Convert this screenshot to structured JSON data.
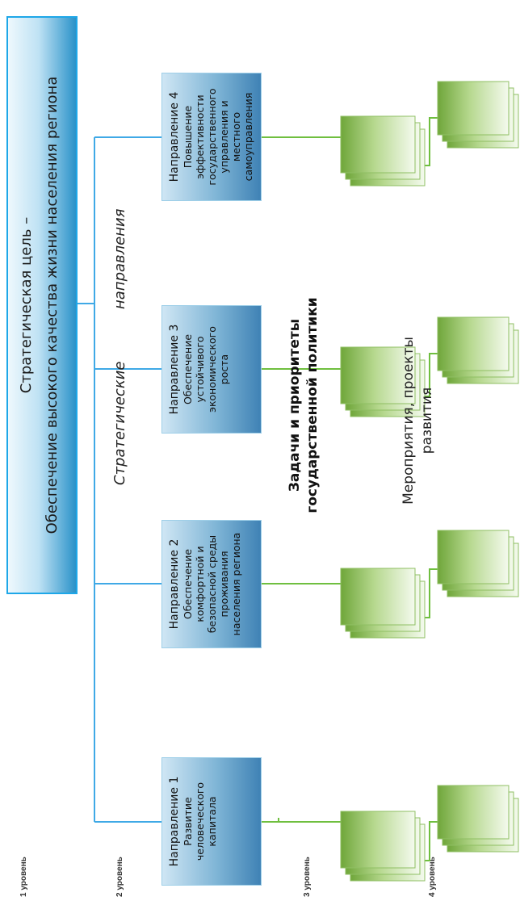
{
  "levels": [
    "1 уровень",
    "2 уровень",
    "3 уровень",
    "4 уровень"
  ],
  "goal": {
    "line1": "Стратегическая цель –",
    "line2": "Обеспечение высокого качества жизни населения региона"
  },
  "strategic_label": {
    "word1": "Стратегические",
    "word2": "направления"
  },
  "directions": [
    {
      "title": "Направление 1",
      "text": "Развитие человеческого капитала"
    },
    {
      "title": "Направление 2",
      "text": "Обеспечение комфортной и безопасной среды проживания населения региона"
    },
    {
      "title": "Направление 3",
      "text": "Обеспечение устойчивого экономического роста"
    },
    {
      "title": "Направление 4",
      "text": "Повышение эффективности государственного управления и местного самоуправления"
    }
  ],
  "level3_label": "Задачи и приоритеты государственной политики",
  "level4_label": "Мероприятия, проекты развития",
  "colors": {
    "goal_border": "#1ea7e8",
    "direction_fill": "#5f9cc8",
    "connector_blue": "#3fa9e6",
    "connector_green": "#6fbf3f",
    "doc_green": "#9cc76a"
  }
}
